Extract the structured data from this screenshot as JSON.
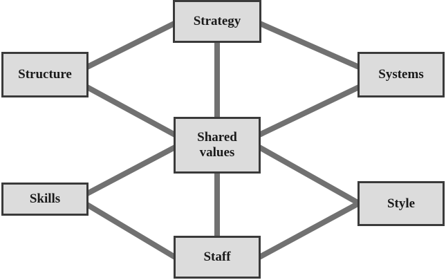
{
  "colors": {
    "connector": "#717171",
    "box_fill": "#dcdcdc",
    "box_border": "#3a3a3a",
    "text": "#1a1a1a"
  },
  "nodes": {
    "strategy": {
      "label": "Strategy"
    },
    "structure": {
      "label": "Structure"
    },
    "systems": {
      "label": "Systems"
    },
    "shared_values": {
      "line1": "Shared",
      "line2": "values"
    },
    "skills": {
      "label": "Skills"
    },
    "style": {
      "label": "Style"
    },
    "staff": {
      "label": "Staff"
    }
  },
  "links": [
    [
      "strategy",
      "structure"
    ],
    [
      "strategy",
      "systems"
    ],
    [
      "strategy",
      "shared_values"
    ],
    [
      "structure",
      "shared_values"
    ],
    [
      "systems",
      "shared_values"
    ],
    [
      "shared_values",
      "skills"
    ],
    [
      "shared_values",
      "style"
    ],
    [
      "shared_values",
      "staff"
    ],
    [
      "skills",
      "staff"
    ],
    [
      "style",
      "staff"
    ]
  ]
}
